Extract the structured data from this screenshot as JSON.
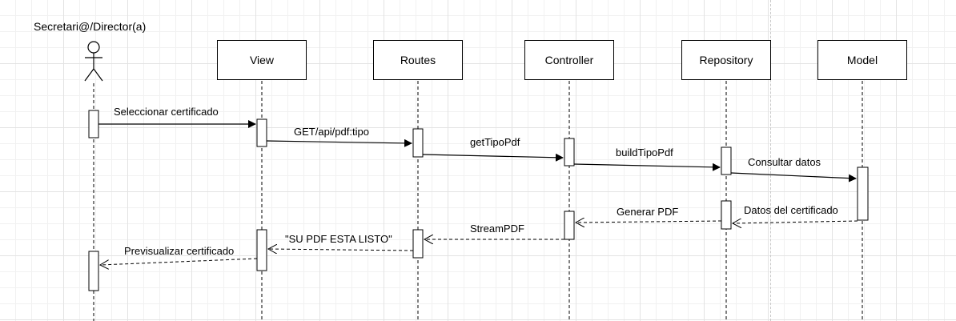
{
  "actor": {
    "label": "Secretari@/Director(a)"
  },
  "participants": [
    {
      "id": "view",
      "label": "View"
    },
    {
      "id": "routes",
      "label": "Routes"
    },
    {
      "id": "controller",
      "label": "Controller"
    },
    {
      "id": "repository",
      "label": "Repository"
    },
    {
      "id": "model",
      "label": "Model"
    }
  ],
  "messages": [
    {
      "from": "actor",
      "to": "view",
      "label": "Seleccionar certificado",
      "type": "sync"
    },
    {
      "from": "view",
      "to": "routes",
      "label": "GET/api/pdf:tipo",
      "type": "sync"
    },
    {
      "from": "routes",
      "to": "controller",
      "label": "getTipoPdf",
      "type": "sync"
    },
    {
      "from": "controller",
      "to": "repository",
      "label": "buildTipoPdf",
      "type": "sync"
    },
    {
      "from": "repository",
      "to": "model",
      "label": "Consultar datos",
      "type": "sync"
    },
    {
      "from": "model",
      "to": "repository",
      "label": "Datos del certificado",
      "type": "return"
    },
    {
      "from": "repository",
      "to": "controller",
      "label": "Generar PDF",
      "type": "return"
    },
    {
      "from": "controller",
      "to": "routes",
      "label": "StreamPDF",
      "type": "return"
    },
    {
      "from": "routes",
      "to": "view",
      "label": "\"SU PDF ESTA LISTO\"",
      "type": "return"
    },
    {
      "from": "view",
      "to": "actor",
      "label": "Previsualizar certificado",
      "type": "return"
    }
  ]
}
